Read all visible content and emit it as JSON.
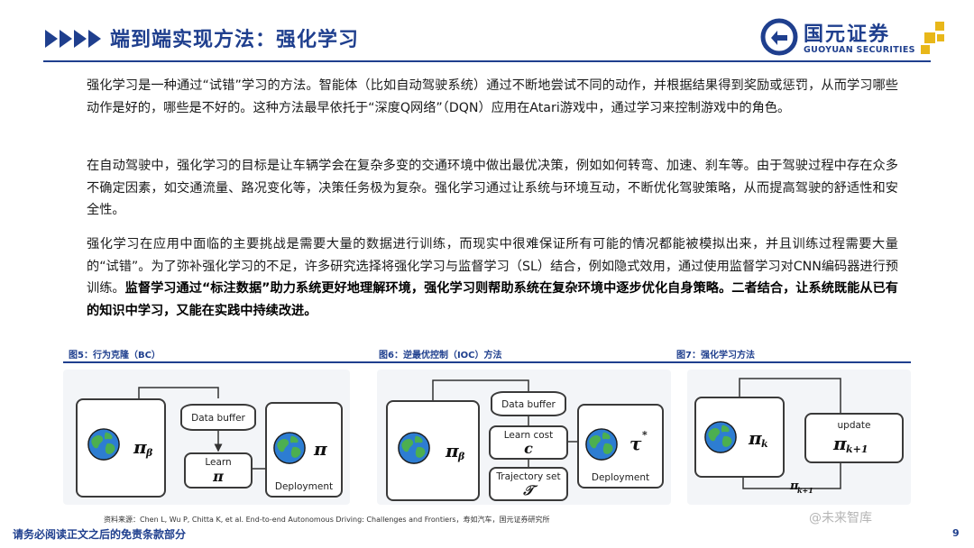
{
  "header": {
    "title": "端到端实现方法：强化学习",
    "logo_cn": "国元证券",
    "logo_en": "GUOYUAN SECURITIES"
  },
  "paragraphs": {
    "p1": "强化学习是一种通过“试错”学习的方法。智能体（比如自动驾驶系统）通过不断地尝试不同的动作，并根据结果得到奖励或惩罚，从而学习哪些动作是好的，哪些是不好的。这种方法最早依托于“深度Q网络”（DQN）应用在Atari游戏中，通过学习来控制游戏中的角色。",
    "p2": "在自动驾驶中，强化学习的目标是让车辆学会在复杂多变的交通环境中做出最优决策，例如如何转弯、加速、刹车等。由于驾驶过程中存在众多不确定因素，如交通流量、路况变化等，决策任务极为复杂。强化学习通过让系统与环境互动，不断优化驾驶策略，从而提高驾驶的舒适性和安全性。",
    "p3_normal": "强化学习在应用中面临的主要挑战是需要大量的数据进行训练，而现实中很难保证所有可能的情况都能被模拟出来，并且训练过程需要大量的“试错”。为了弥补强化学习的不足，许多研究选择将强化学习与监督学习（SL）结合，例如隐式效用，通过使用监督学习对CNN编码器进行预训练。",
    "p3_bold": "监督学习通过“标注数据”助力系统更好地理解环境，强化学习则帮助系统在复杂环境中逐步优化自身策略。二者结合，让系统既能从已有的知识中学习，又能在实践中持续改进。"
  },
  "figures": {
    "fig5": {
      "caption": "图5：行为克隆（BC）",
      "data_buffer": "Data buffer",
      "learn": "Learn",
      "learn_symbol": "π",
      "policy_symbol": "π",
      "policy_sub": "β",
      "deploy_symbol": "π",
      "deployment": "Deployment"
    },
    "fig6": {
      "caption": "图6：逆最优控制（IOC）方法",
      "data_buffer": "Data buffer",
      "learn_cost": "Learn cost",
      "cost_symbol": "c",
      "trajectory_set": "Trajectory set",
      "trajectory_symbol": "𝒯",
      "policy_symbol": "π",
      "policy_sub": "β",
      "deploy_symbol": "τ",
      "deploy_sup": "*",
      "deployment": "Deployment"
    },
    "fig7": {
      "caption": "图7：强化学习方法",
      "policy_symbol": "π",
      "policy_sub": "k",
      "update": "update",
      "update_symbol": "π",
      "update_sub": "k+1",
      "arrow_symbol": "π",
      "arrow_sub": "k+1"
    }
  },
  "footer": {
    "source": "资料来源：Chen L, Wu P, Chitta K, et al. End-to-end Autonomous Driving: Challenges and Frontiers，寿如汽车，国元证券研究所",
    "disclaimer": "请务必阅读正文之后的免责条款部分",
    "watermark": "@未来智库",
    "page_number": "9"
  },
  "colors": {
    "brand_blue": "#1f3f8e",
    "logo_gold": "#e8b71a"
  }
}
